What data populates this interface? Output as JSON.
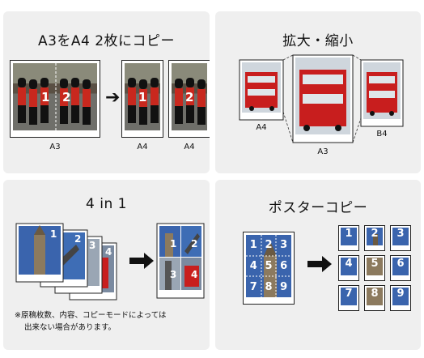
{
  "panels": {
    "a3_to_a4": {
      "title": "A3をA4 2枚にコピー",
      "labels": {
        "source": "A3",
        "out1": "A4",
        "out2": "A4"
      },
      "page_numbers": [
        "1",
        "2",
        "1",
        "2"
      ]
    },
    "zoom": {
      "title": "拡大・縮小",
      "labels": {
        "small": "A4",
        "large": "A3",
        "medium": "B4"
      }
    },
    "four_in_one": {
      "title": "4 in 1",
      "page_numbers": [
        "1",
        "2",
        "3",
        "4",
        "1",
        "2",
        "3",
        "4"
      ],
      "note_line1": "※原稿枚数、内容、コピーモードによっては",
      "note_line2": "出来ない場合があります。"
    },
    "poster": {
      "title": "ポスターコピー",
      "grid_numbers": [
        "1",
        "2",
        "3",
        "4",
        "5",
        "6",
        "7",
        "8",
        "9"
      ],
      "tile_numbers": [
        "1",
        "2",
        "3",
        "4",
        "5",
        "6",
        "7",
        "8",
        "9"
      ]
    }
  },
  "colors": {
    "panel_bg": "#efefef",
    "guard_red": "#c8281e",
    "bus_red": "#c81e1e",
    "sky_blue": "#2f5fa5"
  }
}
